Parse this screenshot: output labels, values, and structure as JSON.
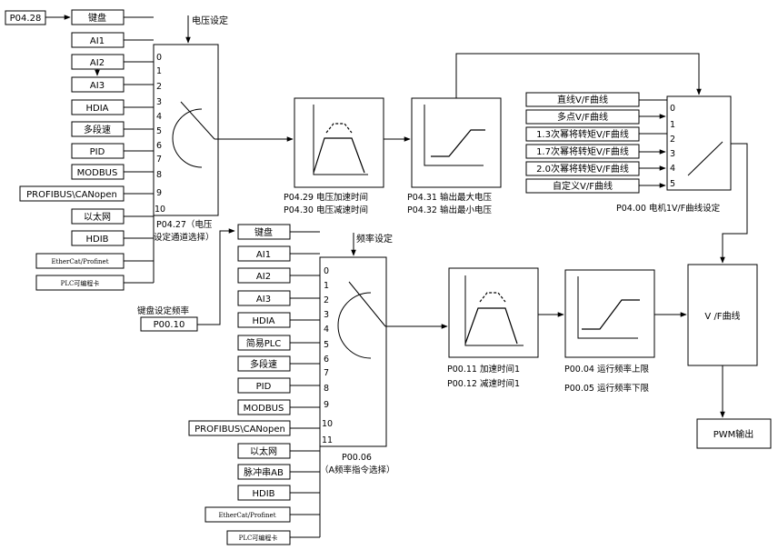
{
  "voltage": {
    "setting_label": "电压设定",
    "keyboard_param": "P04.28",
    "sources": [
      "键盘",
      "AI1",
      "AI2",
      "AI3",
      "HDIA",
      "多段速",
      "PID",
      "MODBUS",
      "PROFIBUS\\CANopen",
      "以太网",
      "HDIB",
      "EtherCat/Profinet",
      "PLC可编程卡"
    ],
    "channel_numbers": [
      "0",
      "1",
      "2",
      "3",
      "4",
      "5",
      "6",
      "7",
      "8",
      "9",
      "10"
    ],
    "selector_caption_1": "P04.27（电压",
    "selector_caption_2": "设定通道选择）",
    "accel_caption_1": "P04.29 电压加速时间",
    "accel_caption_2": "P04.30 电压减速时间",
    "limit_caption_1": "P04.31 输出最大电压",
    "limit_caption_2": "P04.32 输出最小电压"
  },
  "curve": {
    "options": [
      "直线V/F曲线",
      "多点V/F曲线",
      "1.3次幂将转矩V/F曲线",
      "1.7次幂将转矩V/F曲线",
      "2.0次幂将转矩V/F曲线",
      "自定义V/F曲线"
    ],
    "numbers": [
      "0",
      "1",
      "2",
      "3",
      "4",
      "5"
    ],
    "caption": "P04.00 电机1V/F曲线设定"
  },
  "frequency": {
    "setting_label": "频率设定",
    "keyboard_caption": "键盘设定频率",
    "keyboard_param": "P00.10",
    "sources": [
      "键盘",
      "AI1",
      "AI2",
      "AI3",
      "HDIA",
      "简易PLC",
      "多段速",
      "PID",
      "MODBUS",
      "PROFIBUS\\CANopen",
      "以太网",
      "脉冲串AB",
      "HDIB",
      "EtherCat/Profinet",
      "PLC可编程卡"
    ],
    "channel_numbers": [
      "0",
      "1",
      "2",
      "3",
      "4",
      "5",
      "6",
      "7",
      "8",
      "9",
      "10",
      "11"
    ],
    "selector_caption_1": "P00.06",
    "selector_caption_2": "（A频率指令选择）",
    "accel_caption_1": "P00.11 加速时间1",
    "accel_caption_2": "P00.12  减速时间1",
    "limit_caption_1": "P00.04 运行频率上限",
    "limit_caption_2": "P00.05 运行频率下限"
  },
  "vf_block_label": "V /F曲线",
  "pwm_label": "PWM输出"
}
